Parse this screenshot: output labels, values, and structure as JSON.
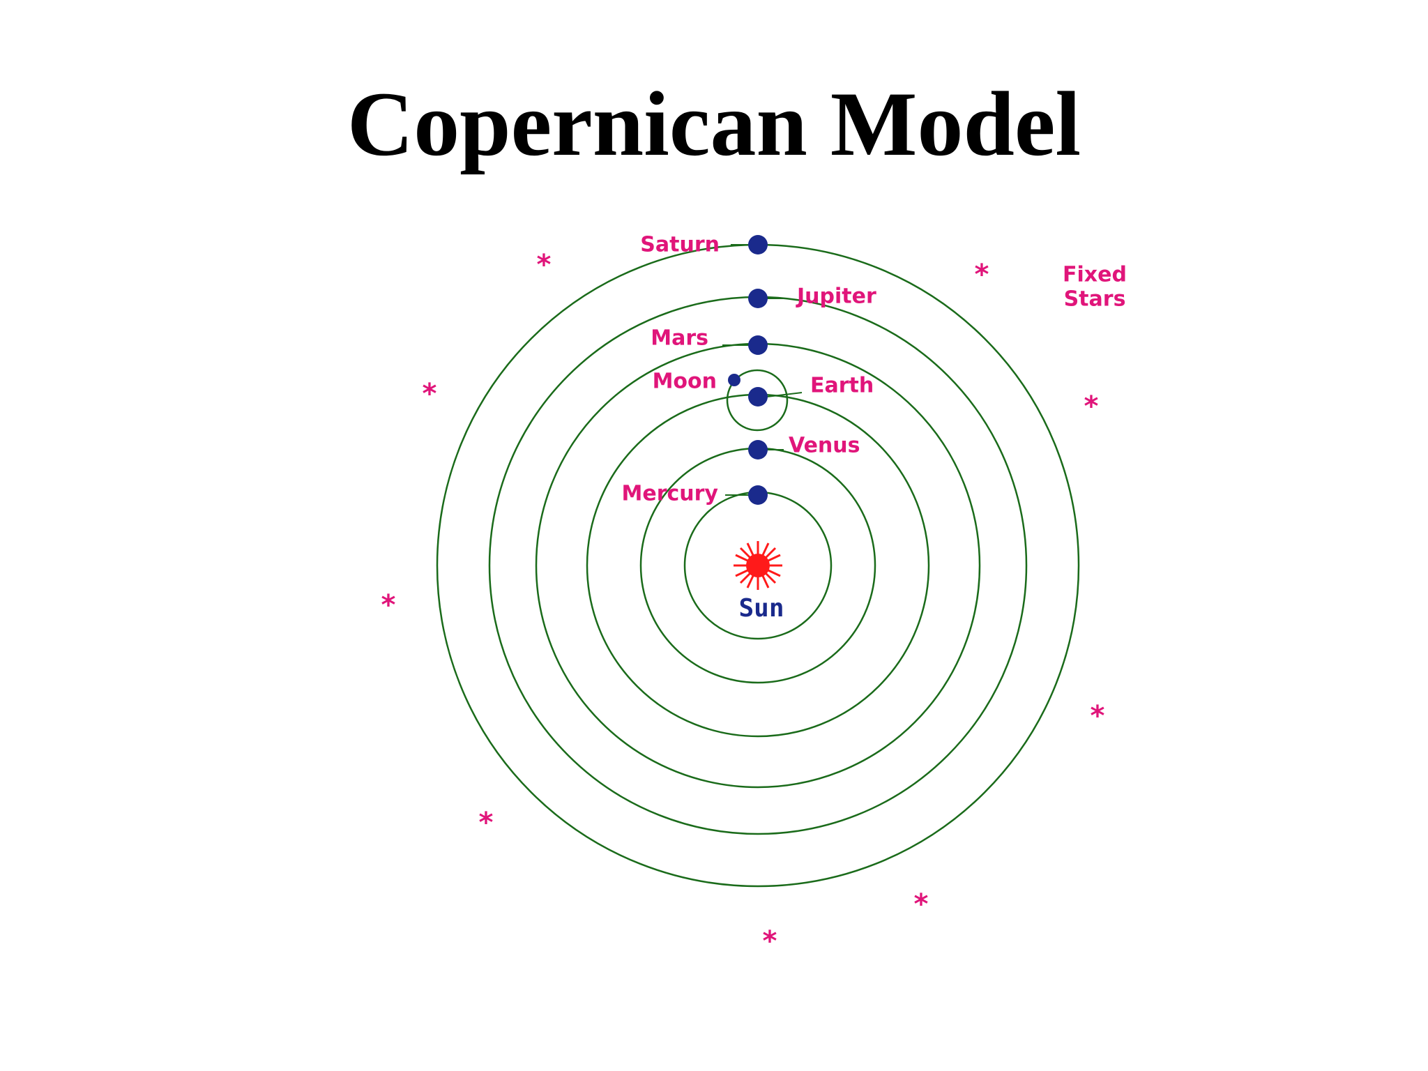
{
  "title": "Copernican Model",
  "colors": {
    "orbit": "#1a6b1a",
    "planet": "#1a2a8c",
    "label": "#e0157a",
    "sun": "#ff1a1a",
    "sun_label": "#1a2a8c",
    "star": "#e0157a"
  },
  "labels": {
    "saturn": "Saturn",
    "jupiter": "Jupiter",
    "mars": "Mars",
    "moon": "Moon",
    "earth": "Earth",
    "venus": "Venus",
    "mercury": "Mercury",
    "sun": "Sun",
    "fixed": "Fixed",
    "stars": "Stars"
  },
  "star_glyph": "*"
}
